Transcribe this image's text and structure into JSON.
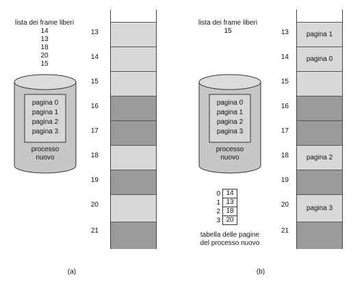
{
  "panel_a": {
    "free_list_title": "lista dei frame liberi",
    "free_list": [
      "14",
      "13",
      "18",
      "20",
      "15"
    ],
    "process_pages": [
      "pagina 0",
      "pagina 1",
      "pagina 2",
      "pagina 3"
    ],
    "process_label_1": "processo",
    "process_label_2": "nuovo",
    "frames": [
      {
        "num": "13",
        "label": "",
        "shade": "light"
      },
      {
        "num": "14",
        "label": "",
        "shade": "light"
      },
      {
        "num": "15",
        "label": "",
        "shade": "light"
      },
      {
        "num": "16",
        "label": "",
        "shade": "dark"
      },
      {
        "num": "17",
        "label": "",
        "shade": "dark"
      },
      {
        "num": "18",
        "label": "",
        "shade": "light"
      },
      {
        "num": "19",
        "label": "",
        "shade": "dark"
      },
      {
        "num": "20",
        "label": "",
        "shade": "light"
      },
      {
        "num": "21",
        "label": "",
        "shade": "dark"
      }
    ],
    "caption": "(a)"
  },
  "panel_b": {
    "free_list_title": "lista dei frame liberi",
    "free_list": [
      "15"
    ],
    "process_pages": [
      "pagina 0",
      "pagina 1",
      "pagina 2",
      "pagina 3"
    ],
    "process_label_1": "processo",
    "process_label_2": "nuovo",
    "page_table": [
      {
        "index": "0",
        "frame": "14"
      },
      {
        "index": "1",
        "frame": "13"
      },
      {
        "index": "2",
        "frame": "18"
      },
      {
        "index": "3",
        "frame": "20"
      }
    ],
    "page_table_caption_1": "tabella delle pagine",
    "page_table_caption_2": "del processo nuovo",
    "frames": [
      {
        "num": "13",
        "label": "pagina 1",
        "shade": "light"
      },
      {
        "num": "14",
        "label": "pagina 0",
        "shade": "light"
      },
      {
        "num": "15",
        "label": "",
        "shade": "light"
      },
      {
        "num": "16",
        "label": "",
        "shade": "dark"
      },
      {
        "num": "17",
        "label": "",
        "shade": "dark"
      },
      {
        "num": "18",
        "label": "pagina 2",
        "shade": "light"
      },
      {
        "num": "19",
        "label": "",
        "shade": "dark"
      },
      {
        "num": "20",
        "label": "pagina 3",
        "shade": "light"
      },
      {
        "num": "21",
        "label": "",
        "shade": "dark"
      }
    ],
    "caption": "(b)"
  }
}
